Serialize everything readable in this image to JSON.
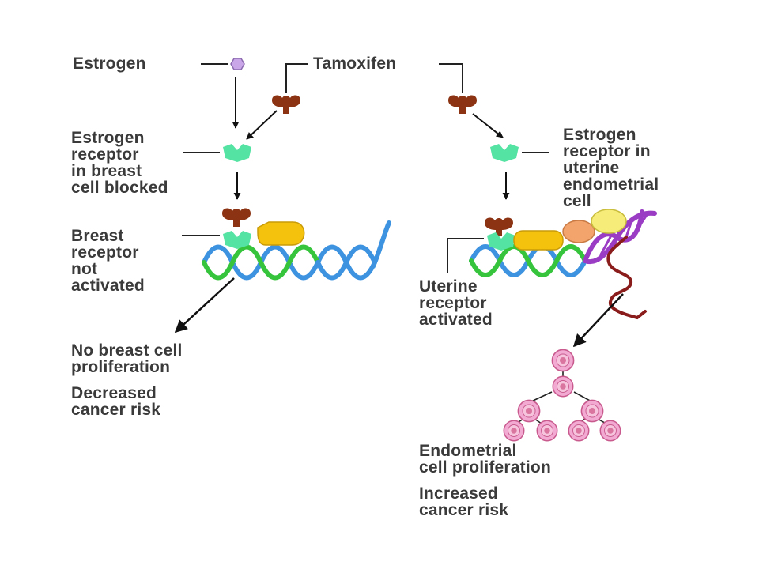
{
  "labels": {
    "estrogen": "Estrogen",
    "tamoxifen": "Tamoxifen",
    "breast_receptor_blocked": [
      "Estrogen",
      "receptor",
      "in breast",
      "cell blocked"
    ],
    "uterine_receptor": [
      "Estrogen",
      "receptor in",
      "uterine",
      "endometrial",
      "cell"
    ],
    "breast_not_activated": [
      "Breast",
      "receptor",
      "not",
      "activated"
    ],
    "uterine_activated": [
      "Uterine",
      "receptor",
      "activated"
    ],
    "breast_outcome": [
      "No breast cell",
      "proliferation"
    ],
    "breast_risk": [
      "Decreased",
      "cancer risk"
    ],
    "uterine_outcome": [
      "Endometrial",
      "cell proliferation"
    ],
    "uterine_risk": [
      "Increased",
      "cancer risk"
    ]
  },
  "colors": {
    "estrogen": "#c9a6e8",
    "tamoxifen": "#8b3312",
    "receptor": "#55e3a3",
    "coactivator_yellow": "#f4c20d",
    "coactivator_orange": "#f2a46c",
    "coactivator_light": "#f6ec7a",
    "dna_blue": "#3d93e0",
    "dna_green": "#37c43d",
    "dna_purple": "#9a3cc4",
    "mrna": "#8a1c1c",
    "cell_outer": "#f2a9d2",
    "cell_inner": "#d9759f",
    "label_text": "#3a3a3a"
  },
  "icons": [
    "estrogen-hexagon-icon",
    "tamoxifen-molecule-icon",
    "receptor-hexagon-icon",
    "dna-helix-icon",
    "cell-icon"
  ]
}
